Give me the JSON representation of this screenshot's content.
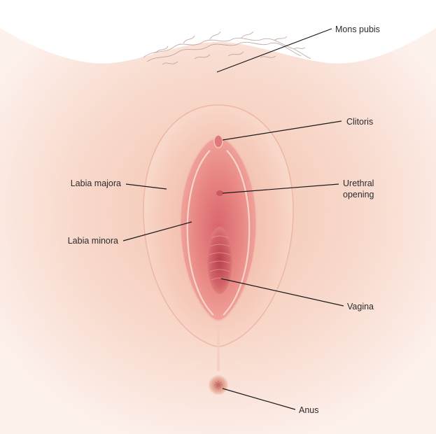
{
  "labels": {
    "mons_pubis": "Mons pubis",
    "clitoris": "Clitoris",
    "labia_majora": "Labia majora",
    "urethral_opening_line1": "Urethral",
    "urethral_opening_line2": "opening",
    "labia_minora": "Labia minora",
    "vagina": "Vagina",
    "anus": "Anus"
  },
  "colors": {
    "background": "#ffffff",
    "skin_light": "#f8d6c8",
    "skin_mid": "#efb49d",
    "tissue_pink": "#e98a86",
    "tissue_deep": "#c9525a",
    "hair": "#b79c9a",
    "leader_line": "#1a1a1a",
    "label_text": "#2b2b2b"
  }
}
